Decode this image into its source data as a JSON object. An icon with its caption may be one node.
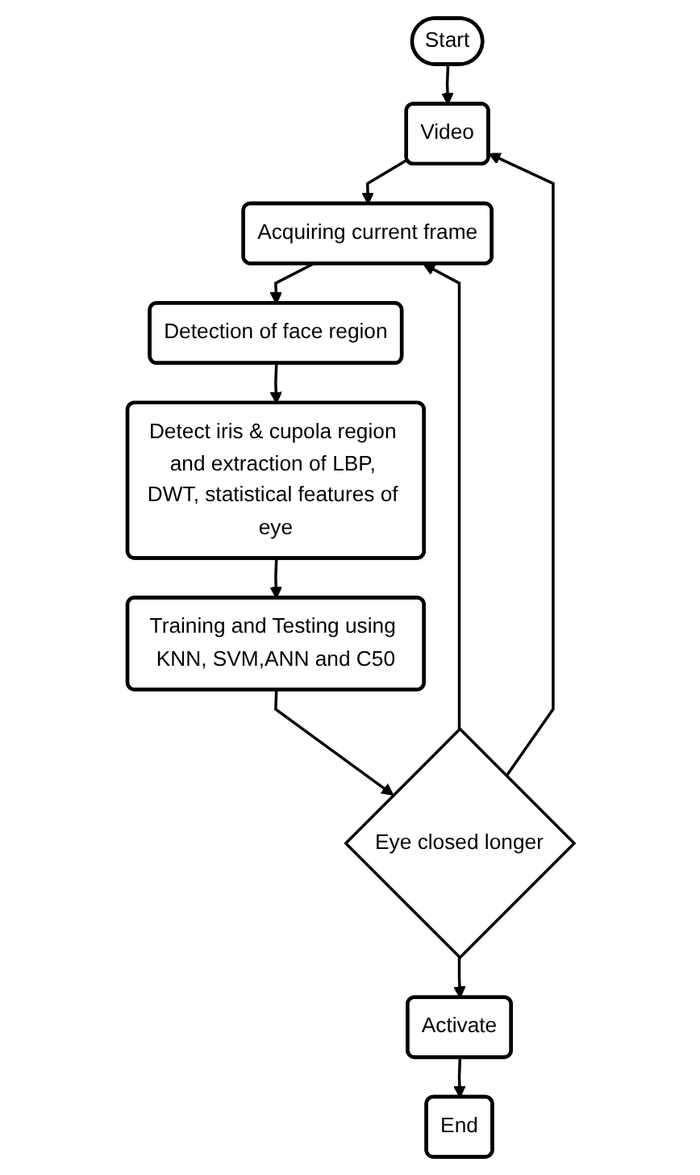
{
  "diagram": {
    "nodes": [
      {
        "text": [
          "Start"
        ]
      },
      {
        "text": [
          "Video"
        ]
      },
      {
        "text": [
          "Acquiring current frame"
        ]
      },
      {
        "text": [
          "Detection of face region"
        ]
      },
      {
        "text": [
          "Detect iris & cupola region and extraction of LBP, DWT, statistical features of eye"
        ]
      },
      {
        "text": [
          "Training and Testing using KNN, SVM,ANN and C50"
        ]
      },
      {
        "text": [
          "Eye closed longer"
        ]
      },
      {
        "text": [
          "End"
        ]
      },
      {
        "text": [
          "Activate"
        ]
      }
    ],
    "edges": [
      {
        "from": 0,
        "to": 1,
        "arrow": "to"
      },
      {
        "from": 1,
        "to": 2,
        "arrow": "to"
      },
      {
        "from": 2,
        "to": 3,
        "arrow": "to"
      },
      {
        "from": 3,
        "to": 4,
        "arrow": "to"
      },
      {
        "from": 4,
        "to": 5,
        "arrow": "to"
      },
      {
        "from": 5,
        "to": 6,
        "arrow": "to"
      },
      {
        "from": 6,
        "to": 1,
        "arrow": "to"
      },
      {
        "from": 6,
        "to": 2,
        "arrow": "to"
      },
      {
        "from": 6,
        "to": 8,
        "arrow": "to"
      },
      {
        "from": 8,
        "to": 7,
        "arrow": "to"
      }
    ]
  }
}
